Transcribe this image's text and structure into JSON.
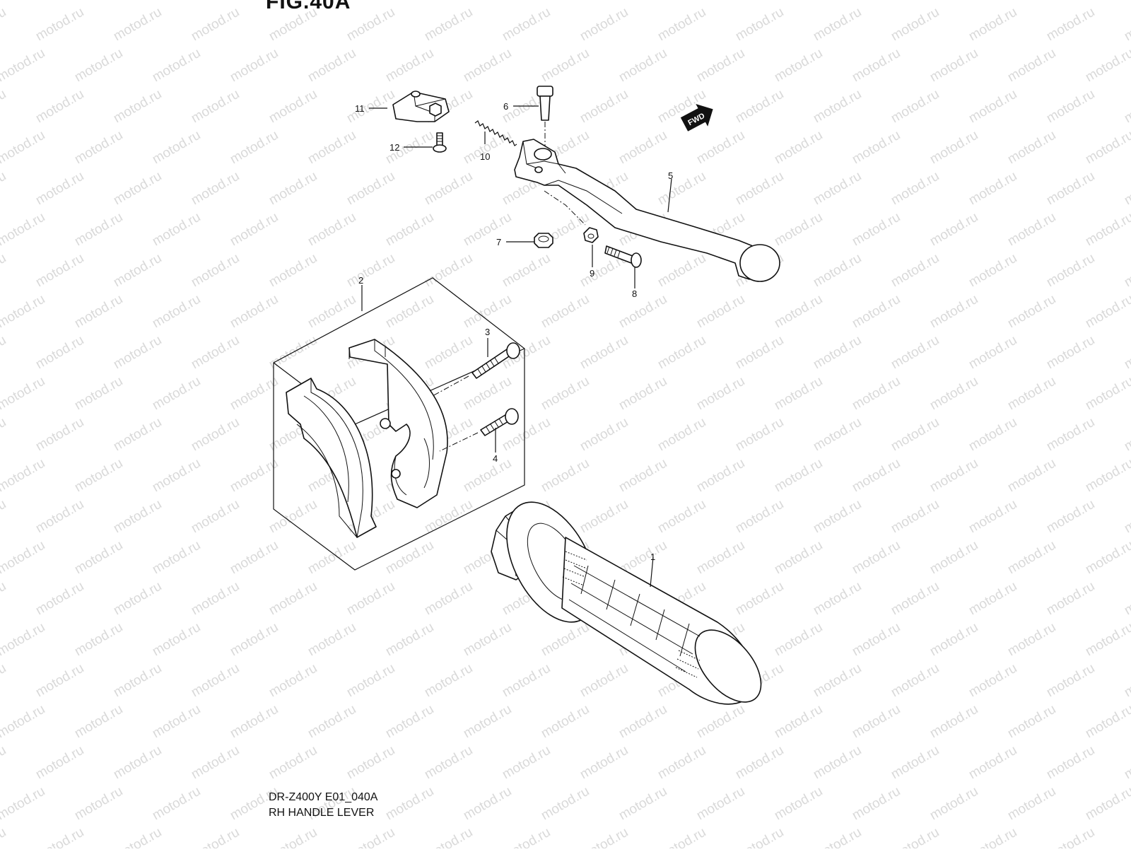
{
  "watermark": "motod.ru",
  "figure_label": "FIG.40A",
  "model_code": "DR-Z400Y E01_040A",
  "caption": "RH HANDLE LEVER",
  "fwd_badge": "FWD",
  "callouts": [
    "1",
    "2",
    "3",
    "4",
    "5",
    "6",
    "7",
    "8",
    "9",
    "10",
    "11",
    "12"
  ]
}
